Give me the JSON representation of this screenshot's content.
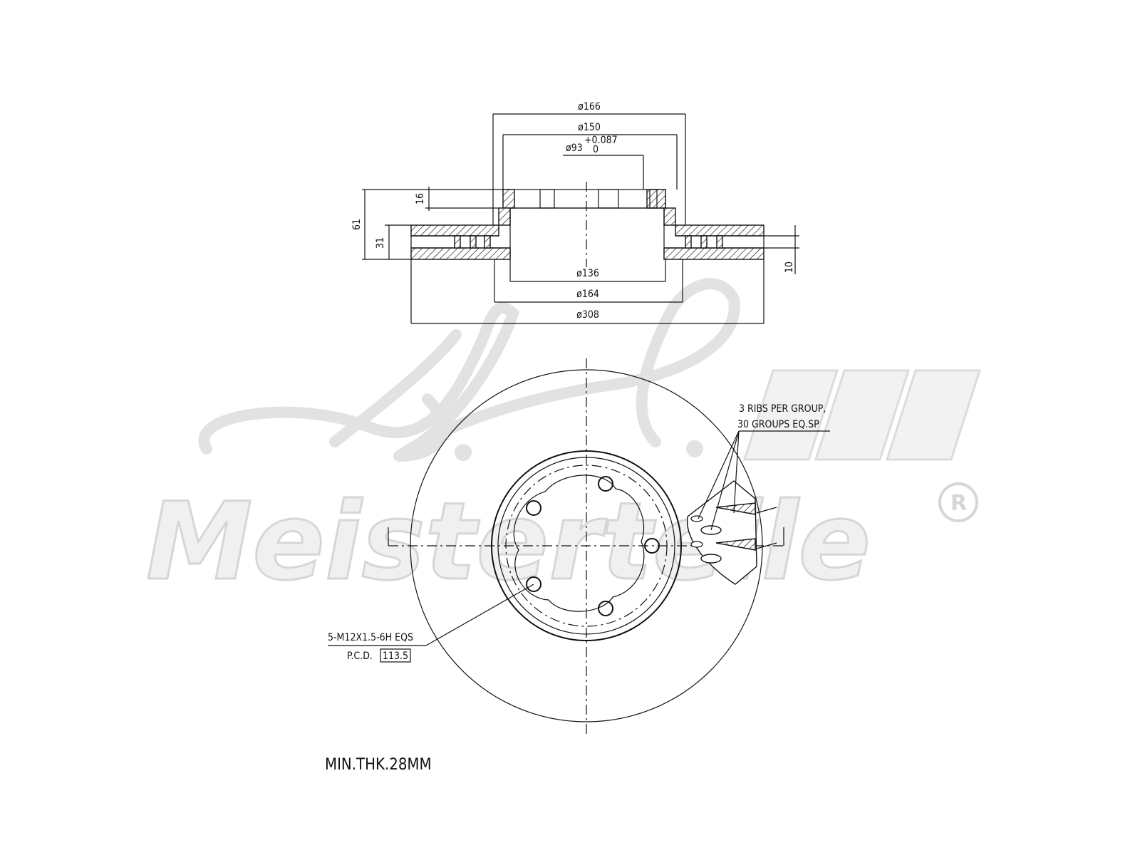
{
  "watermark": {
    "logo_script": "A.L.",
    "brand_text": "Meisterteile",
    "registered_mark": "R"
  },
  "section_view": {
    "dims_top": {
      "d166": "ø166",
      "d150": "ø150",
      "d93": "ø93",
      "d93_tol_upper": "+0.087",
      "d93_tol_lower": "0"
    },
    "dims_bottom": {
      "d136": "ø136",
      "d164": "ø164",
      "d308": "ø308"
    },
    "dims_vertical": {
      "h16": "16",
      "h61": "61",
      "h31": "31",
      "h10": "10"
    }
  },
  "front_view": {
    "ribs_note_line1": "3 RIBS PER GROUP,",
    "ribs_note_line2": "30 GROUPS EQ.SP",
    "thread_note": "5-M12X1.5-6H EQS",
    "pcd_label": "P.C.D.",
    "pcd_value": "113.5"
  },
  "min_thickness_note": "MIN.THK.28MM"
}
